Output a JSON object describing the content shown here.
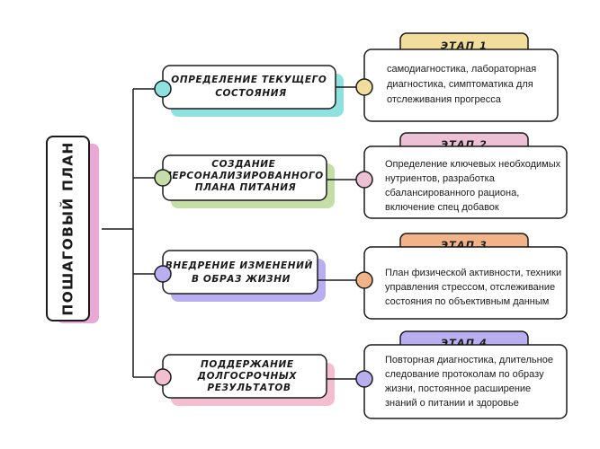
{
  "title": "ПОШАГОВЫЙ ПЛАН",
  "colors": {
    "stroke": "#1a1a1a",
    "title_shadow": "#e9a8d6"
  },
  "steps": [
    {
      "name_lines": [
        "ОПРЕДЕЛЕНИЕ ТЕКУЩЕГО",
        "СОСТОЯНИЯ"
      ],
      "stage": "ЭТАП 1",
      "desc_lines": [
        "самодиагностика, лабораторная",
        "диагностика, симптоматика для",
        "отслеживания прогресса"
      ],
      "color": "#f2dd9c",
      "shadow": "#8fe1e0",
      "dot_left": "#8fe1e0",
      "dot_right": "#f2dd9c"
    },
    {
      "name_lines": [
        "СОЗДАНИЕ",
        "ПЕРСОНАЛИЗИРОВАННОГО",
        "ПЛАНА ПИТАНИЯ"
      ],
      "stage": "ЭТАП 2",
      "desc_lines": [
        "Определение ключевых необходимых",
        "нутриентов, разработка",
        "сбалансированного рациона,",
        "включение спец добавок"
      ],
      "color": "#ecc1d5",
      "shadow": "#c5dea8",
      "dot_left": "#c5dea8",
      "dot_right": "#ecc1d5"
    },
    {
      "name_lines": [
        "ВНЕДРЕНИЕ ИЗМЕНЕНИЙ",
        "В ОБРАЗ ЖИЗНИ"
      ],
      "stage": "ЭТАП 3",
      "desc_lines": [
        "План физической активности, техники",
        "управления стрессом, отслеживание",
        "состояния по объективным данным"
      ],
      "color": "#f2b389",
      "shadow": "#b9aef0",
      "dot_left": "#b9aef0",
      "dot_right": "#f2b389"
    },
    {
      "name_lines": [
        "ПОДДЕРЖАНИЕ",
        "ДОЛГОСРОЧНЫХ",
        "РЕЗУЛЬТАТОВ"
      ],
      "stage": "ЭТАП 4",
      "desc_lines": [
        "Повторная диагностика, длительное",
        "следование протоколам по образу",
        "жизни, постоянное расширение",
        "знаний о питании и здоровье"
      ],
      "color": "#b9aef0",
      "shadow": "#f3bfd0",
      "dot_left": "#f3bfd0",
      "dot_right": "#b9aef0"
    }
  ]
}
